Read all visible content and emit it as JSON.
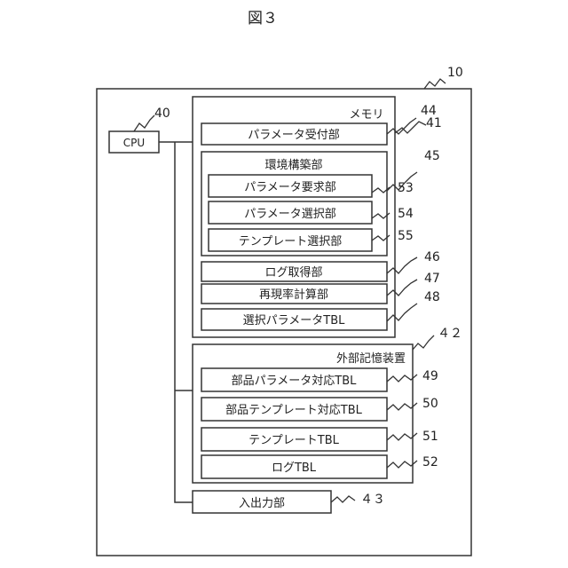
{
  "figure_title": "図３",
  "labels": {
    "cpu": "CPU",
    "memory": "メモリ",
    "param_receiver": "パラメータ受付部",
    "env_builder": "環境構築部",
    "param_request": "パラメータ要求部",
    "param_select": "パラメータ選択部",
    "template_select": "テンプレート選択部",
    "log_acquire": "ログ取得部",
    "reproduce_calc": "再現率計算部",
    "selected_param_tbl": "選択パラメータTBL",
    "external_storage": "外部記憶装置",
    "part_param_tbl": "部品パラメータ対応TBL",
    "part_template_tbl": "部品テンプレート対応TBL",
    "template_tbl": "テンプレートTBL",
    "log_tbl": "ログTBL",
    "io_unit": "入出力部"
  },
  "refs": {
    "system": "10",
    "cpu": "40",
    "memory": "41",
    "external_storage": "４２",
    "io_unit": "４３",
    "param_receiver": "44",
    "env_builder": "45",
    "log_acquire": "46",
    "reproduce_calc": "47",
    "selected_param_tbl": "48",
    "part_param_tbl": "49",
    "part_template_tbl": "50",
    "template_tbl": "51",
    "log_tbl": "52",
    "param_request": "53",
    "param_select": "54",
    "template_select": "55"
  }
}
